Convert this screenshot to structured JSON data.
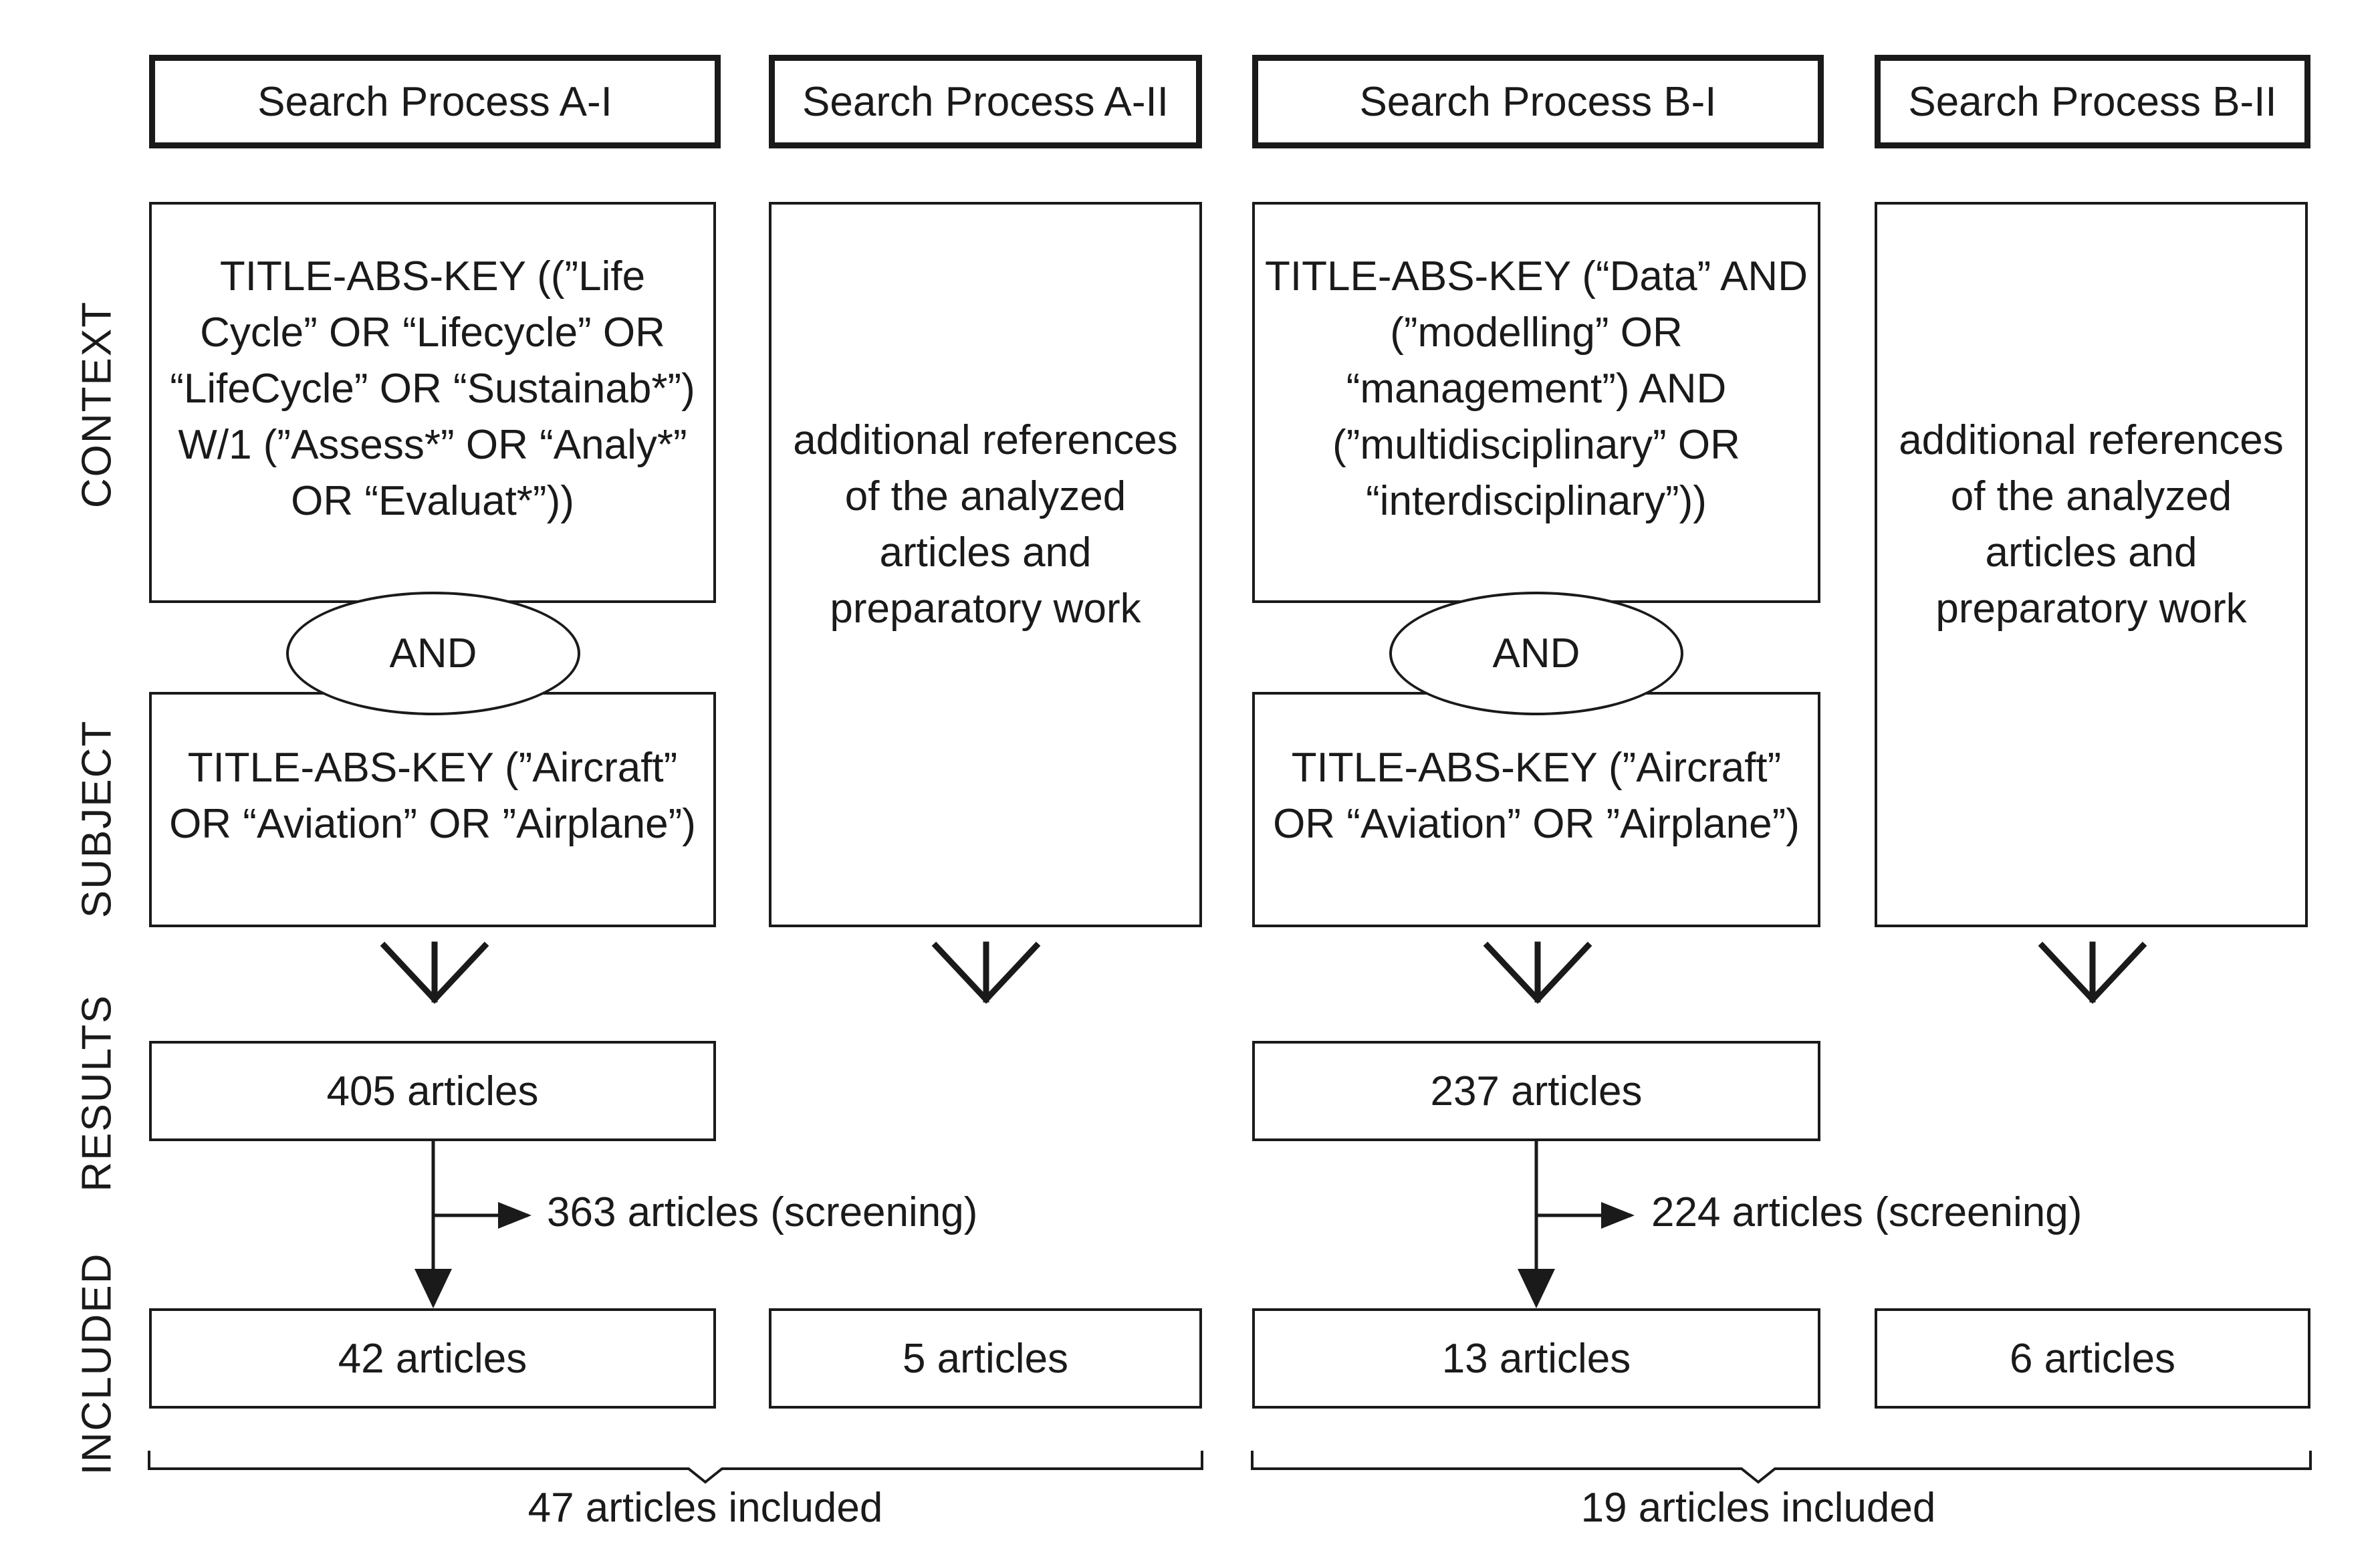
{
  "columns": [
    {
      "header": "Search Process A-I",
      "context": "TITLE-ABS-KEY ((”Life Cycle” OR “Lifecycle” OR “LifeCycle” OR “Sustainab*”) W/1 (”Assess*” OR “Analy*” OR “Evaluat*”))",
      "subject": "TITLE-ABS-KEY (”Aircraft” OR “Aviation” OR ”Airplane”)",
      "results": "405 articles",
      "screening": "363 articles (screening)",
      "included": "42 articles"
    },
    {
      "header": "Search Process A-II",
      "references": "additional references of the analyzed articles and preparatory work",
      "included": "5 articles"
    },
    {
      "header": "Search Process B-I",
      "context": "TITLE-ABS-KEY (“Data” AND (”modelling” OR “management”) AND (”multidisciplinary” OR “interdisciplinary”))",
      "subject": "TITLE-ABS-KEY (”Aircraft” OR “Aviation” OR ”Airplane”)",
      "results": "237 articles",
      "screening": "224 articles (screening)",
      "included": "13 articles"
    },
    {
      "header": "Search Process B-II",
      "references": "additional references of the analyzed articles and preparatory work",
      "included": "6 articles"
    }
  ],
  "operator": "AND",
  "row_labels": {
    "context": "CONTEXT",
    "subject": "SUBJECT",
    "results": "RESULTS",
    "included": "INCLUDED"
  },
  "totals": {
    "a": "47 articles included",
    "b": "19 articles included"
  }
}
